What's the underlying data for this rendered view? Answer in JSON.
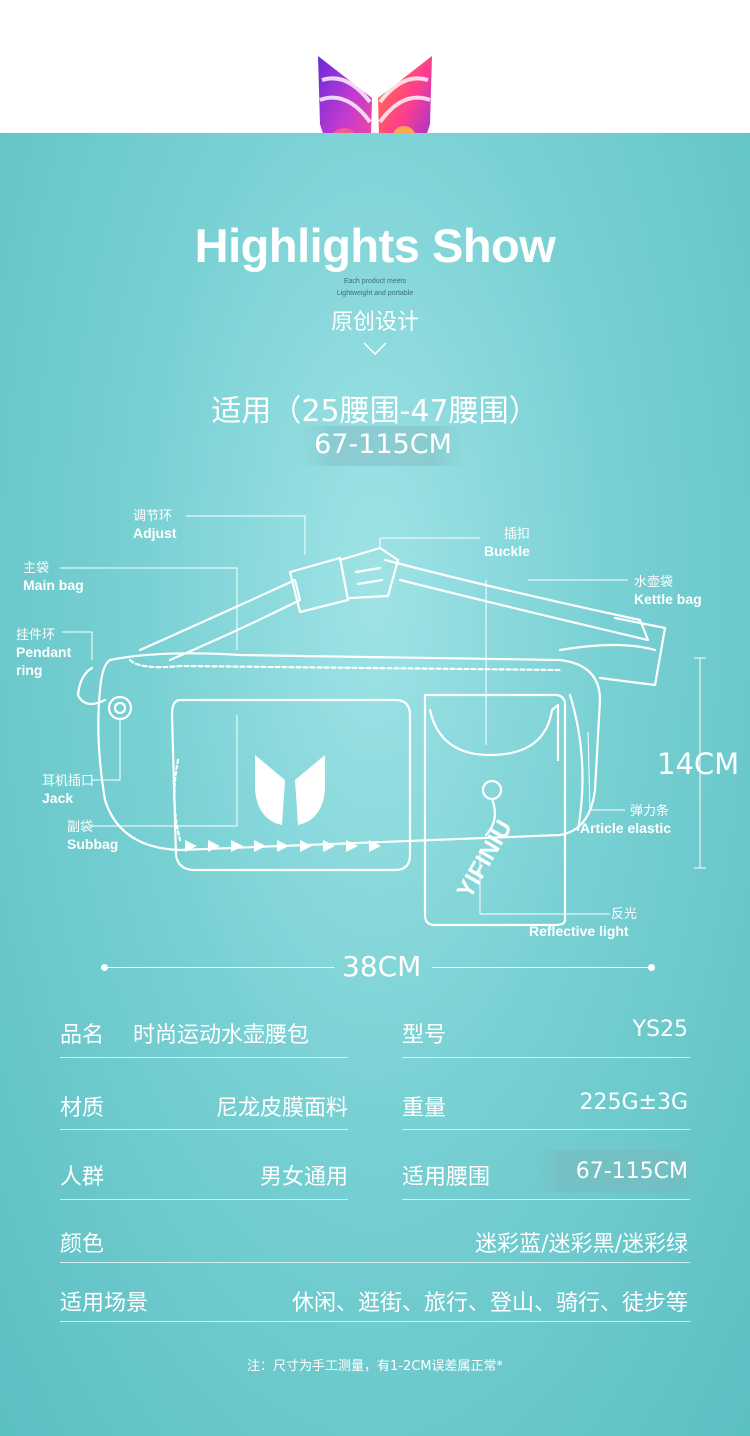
{
  "header": {
    "title": "Highlights Show",
    "sub_en_1": "Each product meets",
    "sub_en_2": "Lightweight and portable",
    "sub_cn": "原创设计"
  },
  "fit": {
    "range": "适用（25腰围-47腰围）",
    "cm": "67-115CM"
  },
  "callouts": {
    "adjust_cn": "调节环",
    "adjust_en": "Adjust",
    "buckle_cn": "插扣",
    "buckle_en": "Buckle",
    "main_cn": "主袋",
    "main_en": "Main bag",
    "kettle_cn": "水壶袋",
    "kettle_en": "Kettle bag",
    "pendant_cn": "挂件环",
    "pendant_en1": "Pendant",
    "pendant_en2": "ring",
    "jack_cn": "耳机插口",
    "jack_en": "Jack",
    "subbag_cn": "副袋",
    "subbag_en": "Subbag",
    "elastic_cn": "弹力条",
    "elastic_en": "Article elastic",
    "reflect_cn": "反光",
    "reflect_en": "Reflective light",
    "bottle_text": "YIFINIU"
  },
  "dimensions": {
    "height": "14CM",
    "width": "38CM"
  },
  "specs": {
    "name_label": "品名",
    "name_value": "时尚运动水壶腰包",
    "model_label": "型号",
    "model_value": "YS25",
    "material_label": "材质",
    "material_value": "尼龙皮膜面料",
    "weight_label": "重量",
    "weight_value": "225G±3G",
    "crowd_label": "人群",
    "crowd_value": "男女通用",
    "waist_label": "适用腰围",
    "waist_value": "67-115CM",
    "color_label": "颜色",
    "color_value": "迷彩蓝/迷彩黑/迷彩绿",
    "scene_label": "适用场景",
    "scene_value": "休闲、逛街、旅行、登山、骑行、徒步等"
  },
  "note": "注：尺寸为手工测量，有1-2CM误差属正常*"
}
